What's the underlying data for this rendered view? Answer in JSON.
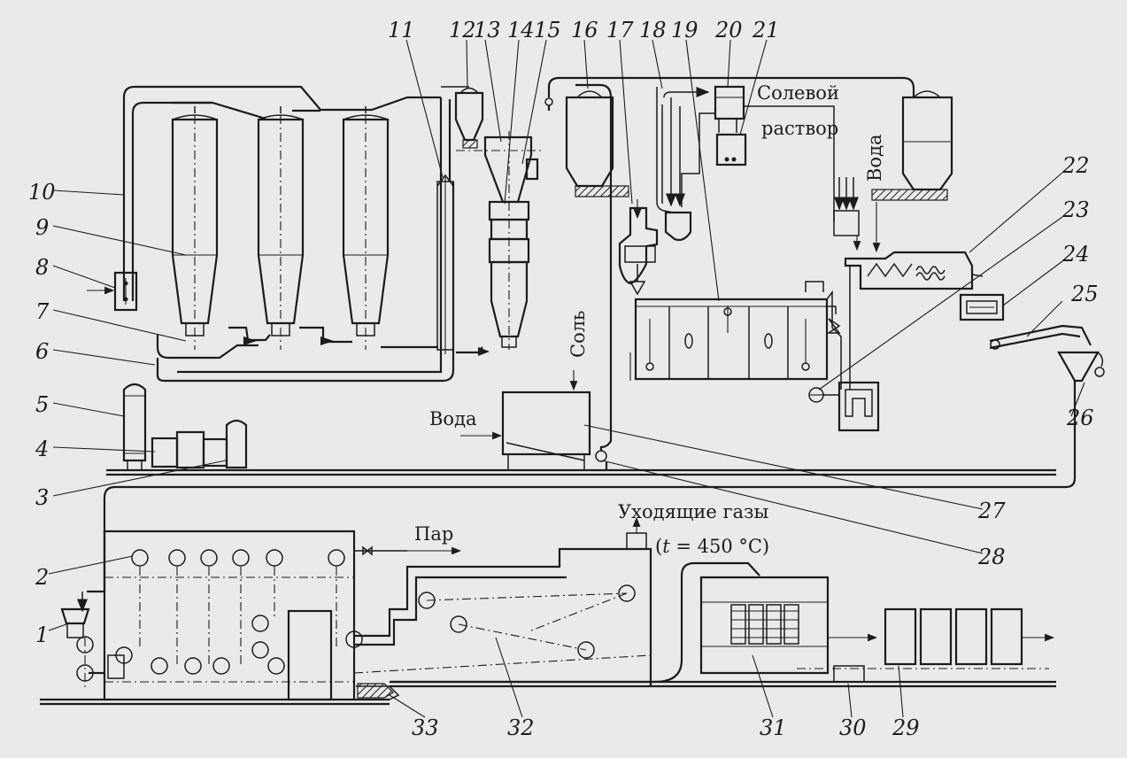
{
  "labels": {
    "salt_solution_line1": "Солевой",
    "salt_solution_line2": "раствор",
    "water_vertical": "Вода",
    "salt": "Соль",
    "water": "Вода",
    "steam": "Пар",
    "exhaust_gases": "Уходящие газы",
    "exhaust_temp_open": "(",
    "exhaust_temp_t": "t",
    "exhaust_temp_value": " = 450 °C)"
  },
  "callouts": {
    "n1": "1",
    "n2": "2",
    "n3": "3",
    "n4": "4",
    "n5": "5",
    "n6": "6",
    "n7": "7",
    "n8": "8",
    "n9": "9",
    "n10": "10",
    "n11": "11",
    "n12": "12",
    "n13": "13",
    "n14": "14",
    "n15": "15",
    "n16": "16",
    "n17": "17",
    "n18": "18",
    "n19": "19",
    "n20": "20",
    "n21": "21",
    "n22": "22",
    "n23": "23",
    "n24": "24",
    "n25": "25",
    "n26": "26",
    "n27": "27",
    "n28": "28",
    "n29": "29",
    "n30": "30",
    "n31": "31",
    "n32": "32",
    "n33": "33"
  }
}
